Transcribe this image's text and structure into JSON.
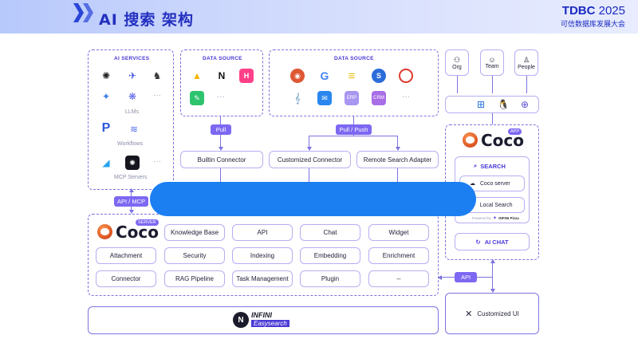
{
  "header": {
    "title": "AI 搜索 架构",
    "brand_bold": "TDBC",
    "brand_year": " 2025",
    "brand_sub": "可信数据库发展大会"
  },
  "ai_services": {
    "title": "AI SERVICES",
    "llms_caption": "LLMs",
    "workflows_caption": "Workflows",
    "mcp_caption": "MCP Servers",
    "more": "···"
  },
  "data_source_left": {
    "title": "DATA SOURCE",
    "more": "···"
  },
  "data_source_right": {
    "title": "DATA SOURCE",
    "erp": "ERP",
    "crm": "CRM",
    "more": "···"
  },
  "pills": {
    "pull": "Pull",
    "pull_push": "Pull / Push",
    "api_mcp": "API / MCP",
    "api": "API"
  },
  "connectors": {
    "builtin": "Builtin Connector",
    "customized": "Customized Connector",
    "remote": "Remote Search Adapter"
  },
  "right_top": {
    "org": "Org",
    "team": "Team",
    "people": "People"
  },
  "coco_app": {
    "word": "Coco",
    "badge": "APP",
    "search": "SEARCH",
    "coco_server": "Coco server",
    "local_search": "Local Search",
    "powered_by": "Powered by",
    "pizza": "INFINI Pizza",
    "ai_chat": "AI CHAT"
  },
  "coco_server": {
    "word": "Coco",
    "badge": "SERVER",
    "cells": [
      "Knowledge Base",
      "API",
      "Chat",
      "Widget",
      "Attachment",
      "Security",
      "Indexing",
      "Embedding",
      "Enrichment",
      "Connector",
      "RAG Pipeline",
      "Task Management",
      "Plugin",
      "--"
    ]
  },
  "bottom": {
    "infini": "INFINI",
    "easysearch": "Easysearch",
    "customized_ui": "Customized UI"
  }
}
